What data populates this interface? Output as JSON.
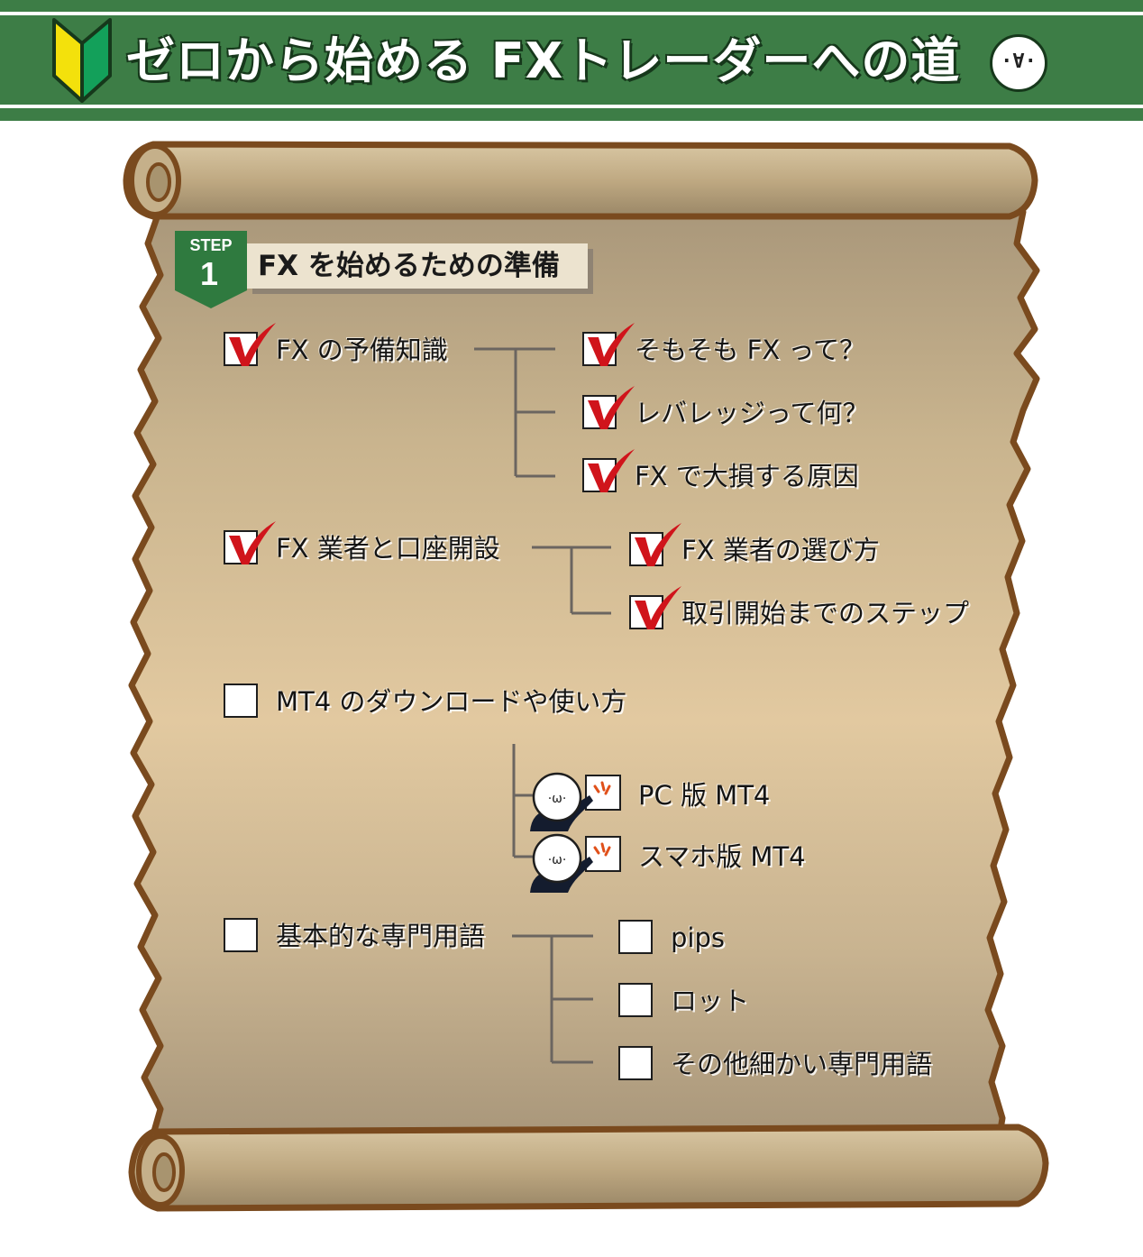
{
  "header": {
    "title": "ゼロから始める FXトレーダーへの道",
    "face": "·∀·"
  },
  "step": {
    "badge_label": "STEP",
    "number": "1",
    "title": "FX を始めるための準備"
  },
  "items": {
    "fx_knowledge": {
      "label": "FX の予備知識",
      "checked": true
    },
    "what_is_fx": {
      "label": "そもそも FX って？",
      "checked": true
    },
    "leverage": {
      "label": "レバレッジって何？",
      "checked": true
    },
    "big_loss": {
      "label": "FX で大損する原因",
      "checked": true
    },
    "broker_account": {
      "label": "FX 業者と口座開設",
      "checked": true
    },
    "choose_broker": {
      "label": "FX 業者の選び方",
      "checked": true
    },
    "trading_steps": {
      "label": "取引開始までのステップ",
      "checked": true
    },
    "mt4": {
      "label": "MT4 のダウンロードや使い方",
      "checked": false
    },
    "pc_mt4": {
      "label": "PC 版 MT4",
      "checked": false
    },
    "mobile_mt4": {
      "label": "スマホ版 MT4",
      "checked": false
    },
    "terms": {
      "label": "基本的な専門用語",
      "checked": false
    },
    "pips": {
      "label": "pips",
      "checked": false
    },
    "lot": {
      "label": "ロット",
      "checked": false
    },
    "other_terms": {
      "label": "その他細かい専門用語",
      "checked": false
    }
  },
  "colors": {
    "banner_green": "#3d7d46",
    "scroll_outline": "#7a4a1e",
    "check_red": "#d0141b"
  },
  "icons": {
    "beginner": "beginner-mark-icon",
    "check": "red-check-icon",
    "character": "pointing-character-icon"
  }
}
